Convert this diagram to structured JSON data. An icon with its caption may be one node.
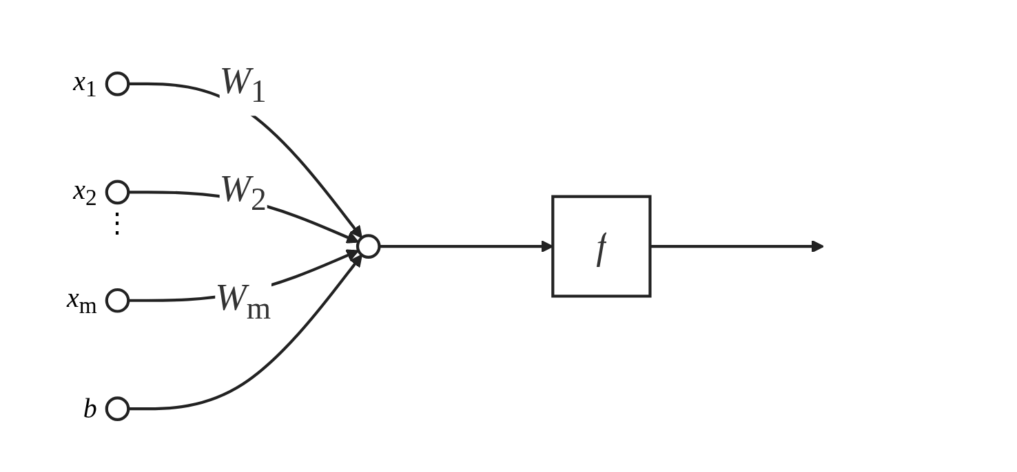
{
  "diagram": {
    "nodes": [
      {
        "text": [],
        "shape": "circle",
        "beside": [
          "*x*$_{1}$"
        ]
      },
      {
        "text": [],
        "shape": "circle",
        "beside": [
          "*x*$_{2}$"
        ]
      },
      {
        "text": [],
        "shape": "circle",
        "beside": [
          "*x*$_{m}$"
        ]
      },
      {
        "text": [],
        "shape": "circle",
        "beside": [
          "*b*"
        ]
      },
      {
        "text": [],
        "shape": "circle"
      },
      {
        "text": [
          "*f*"
        ]
      }
    ],
    "edges": [
      {
        "from": 0,
        "to": 4,
        "arrow": "to",
        "label": "*W*$_{1}$"
      },
      {
        "from": 1,
        "to": 4,
        "arrow": "to",
        "label": "*W*$_{2}$"
      },
      {
        "from": 2,
        "to": 4,
        "arrow": "to",
        "label": "*W*$_{m}$"
      },
      {
        "from": 3,
        "to": 4,
        "arrow": "to"
      },
      {
        "from": 4,
        "to": 5,
        "arrow": "to"
      },
      {
        "from": 5,
        "to": null,
        "arrow": "to"
      }
    ],
    "labels": [
      "⋮"
    ]
  }
}
